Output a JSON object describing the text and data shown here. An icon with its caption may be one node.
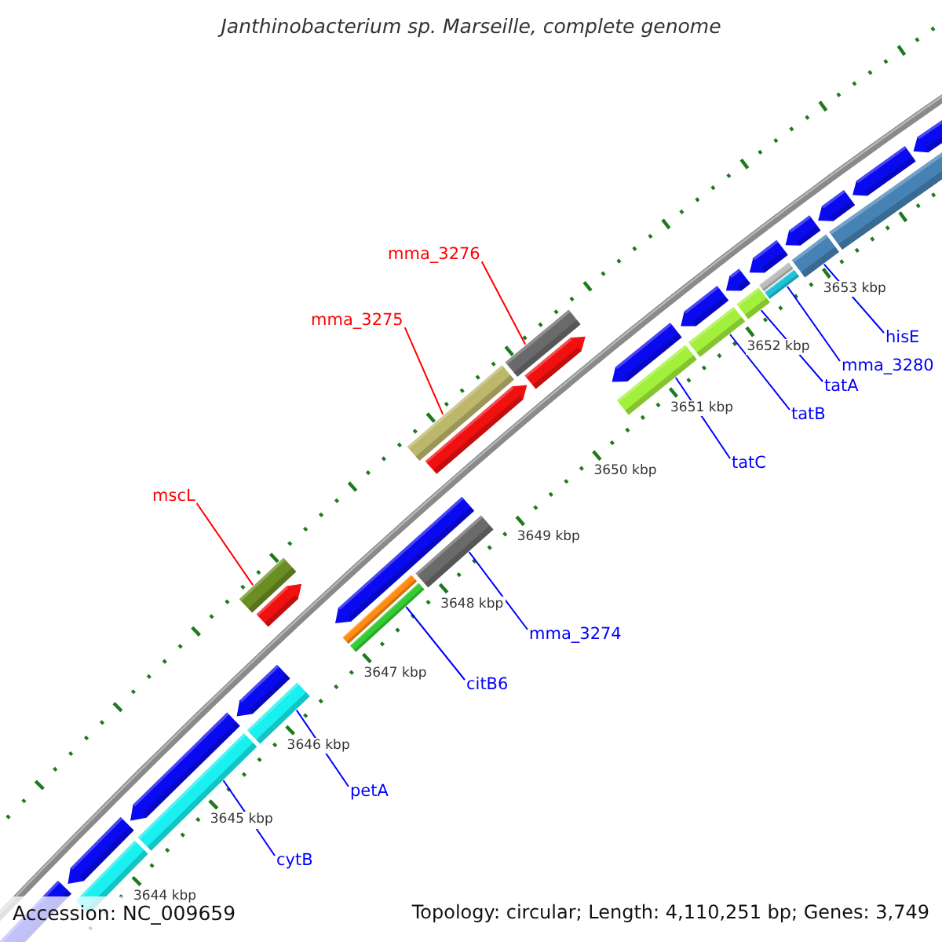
{
  "diagram": {
    "title": "Janthinobacterium sp. Marseille, complete genome",
    "nodes": [
      {
        "text": [
          "mma_3276"
        ]
      },
      {
        "text": [
          "mma_3275"
        ]
      },
      {
        "text": [
          "hisE"
        ]
      },
      {
        "text": [
          "mma_3280"
        ]
      },
      {
        "text": [
          "tatA"
        ]
      },
      {
        "text": [
          "tatB"
        ]
      },
      {
        "text": [
          "tatC"
        ]
      },
      {
        "text": [
          "mscL"
        ]
      },
      {
        "text": [
          "mma_3274"
        ]
      },
      {
        "text": [
          "citB6"
        ]
      },
      {
        "text": [
          "petA"
        ]
      },
      {
        "text": [
          "cytB"
        ]
      },
      {
        "text": [],
        "shape": "bar"
      },
      {
        "text": [],
        "shape": "bar"
      },
      {
        "text": [],
        "shape": "bar"
      },
      {
        "text": [],
        "shape": "bar"
      },
      {
        "text": [],
        "shape": "bar"
      },
      {
        "text": [],
        "shape": "bar"
      },
      {
        "text": [],
        "shape": "bar"
      },
      {
        "text": [],
        "shape": "bar"
      },
      {
        "text": [],
        "shape": "bar"
      },
      {
        "text": [],
        "shape": "bar"
      },
      {
        "text": [],
        "shape": "bar"
      },
      {
        "text": [],
        "shape": "bar"
      }
    ],
    "edges": [
      {
        "from": 0,
        "to": 18,
        "arrow": "none",
        "color": "#ff0000"
      },
      {
        "from": 1,
        "to": 16,
        "arrow": "none",
        "color": "#ff0000"
      },
      {
        "from": 2,
        "to": 23,
        "arrow": "none"
      },
      {
        "from": 3,
        "to": 22,
        "arrow": "none"
      },
      {
        "from": 4,
        "to": 21,
        "arrow": "none"
      },
      {
        "from": 5,
        "to": 20,
        "arrow": "none"
      },
      {
        "from": 6,
        "to": 19,
        "arrow": "none"
      },
      {
        "from": 7,
        "to": 14,
        "arrow": "none",
        "color": "#ff0000"
      },
      {
        "from": 8,
        "to": 17,
        "arrow": "none"
      },
      {
        "from": 9,
        "to": 15,
        "arrow": "none"
      },
      {
        "from": 10,
        "to": 13,
        "arrow": "none"
      },
      {
        "from": 11,
        "to": 12,
        "arrow": "none"
      }
    ],
    "labels": [
      "3644 kbp",
      "3645 kbp",
      "3646 kbp",
      "3647 kbp",
      "3648 kbp",
      "3649 kbp",
      "3650 kbp",
      "3651 kbp",
      "3652 kbp",
      "3653 kbp",
      "Accession: NC_009659",
      "Topology: circular; Length: 4,110,251 bp; Genes: 3,749"
    ]
  }
}
